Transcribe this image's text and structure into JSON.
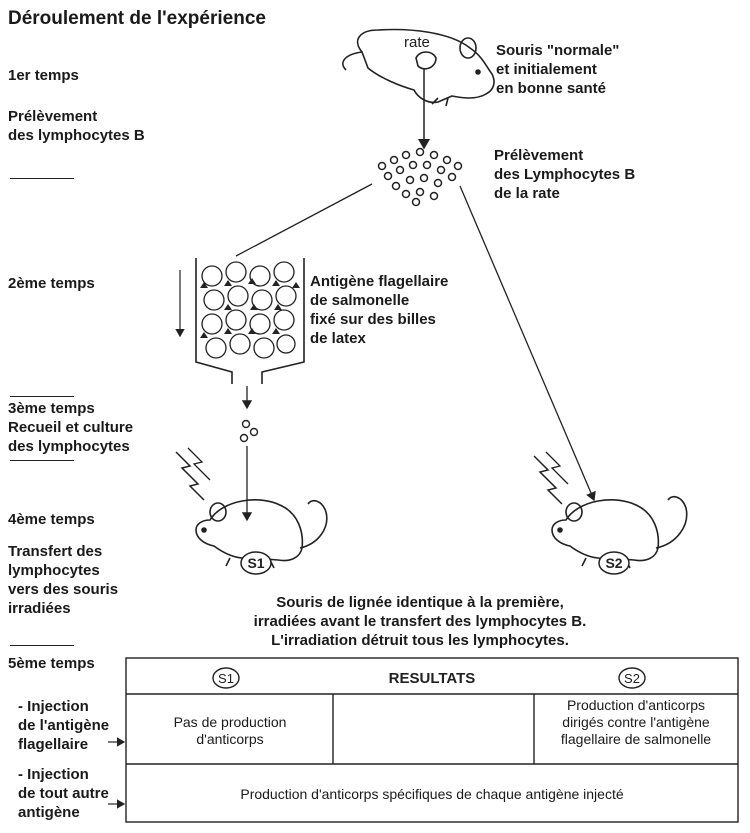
{
  "title": "Déroulement de l'expérience",
  "steps": {
    "t1": "1er temps",
    "t1_desc": "Prélèvement\ndes lymphocytes B",
    "t2": "2ème temps",
    "t3": "3ème temps\nRecueil et culture\ndes lymphocytes",
    "t4": "4ème temps",
    "t4_desc": "Transfert des\nlymphocytes\nvers des souris\nirradiées",
    "t5": "5ème temps",
    "injection_flag": "- Injection\nde l'antigène\nflagellaire",
    "injection_other": "- Injection\nde tout autre\nantigène"
  },
  "annotations": {
    "rate": "rate",
    "mouse_normal": "Souris \"normale\"\net initialement\nen bonne santé",
    "collection": "Prélèvement\ndes Lymphocytes B\nde la rate",
    "antigen": "Antigène flagellaire\nde salmonelle\nfixé sur des billes\nde latex",
    "irradiated": "Souris de lignée identique à la première,\nirradiées avant le transfert des lymphocytes B.\nL'irradiation détruit tous les lymphocytes."
  },
  "mice_labels": {
    "s1": "S1",
    "s2": "S2"
  },
  "table": {
    "header": "RESULTATS",
    "s1_label": "S1",
    "s2_label": "S2",
    "row1_s1": "Pas de production\nd'anticorps",
    "row1_mid": "",
    "row1_s2": "Production d'anticorps\ndirigés contre l'antigène\nflagellaire de salmonelle",
    "row2": "Production d'anticorps spécifiques de chaque antigène injecté"
  }
}
